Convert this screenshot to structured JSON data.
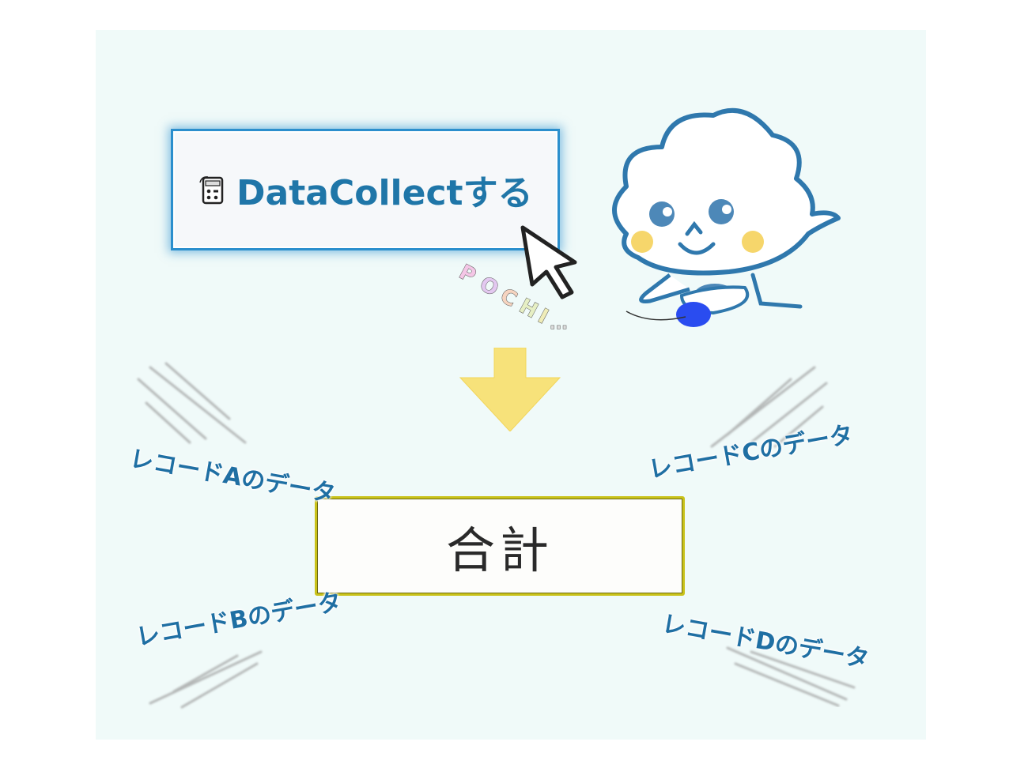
{
  "canvas": {
    "background": "#ffffff",
    "panel_background": "#f0faf9"
  },
  "action_button": {
    "icon": "calculator-icon",
    "label": "DataCollectする",
    "text_color": "#1f76a8",
    "border_color": "#2b8fcd"
  },
  "cursor": {
    "icon": "mouse-pointer-icon",
    "sound_effect": "POCHI..."
  },
  "mascot": {
    "name": "cloud-character",
    "outline_color": "#2f78ad",
    "cheek_color": "#f6d66b",
    "mouse_color": "#2a4cf0"
  },
  "flow_arrow": {
    "icon": "down-arrow-icon",
    "color": "#f7e27a"
  },
  "result_box": {
    "label": "合計",
    "border_color": "#c9c21a"
  },
  "records": [
    {
      "id": "A",
      "label": "レコードAのデータ"
    },
    {
      "id": "B",
      "label": "レコードBのデータ"
    },
    {
      "id": "C",
      "label": "レコードCのデータ"
    },
    {
      "id": "D",
      "label": "レコードDのデータ"
    }
  ]
}
